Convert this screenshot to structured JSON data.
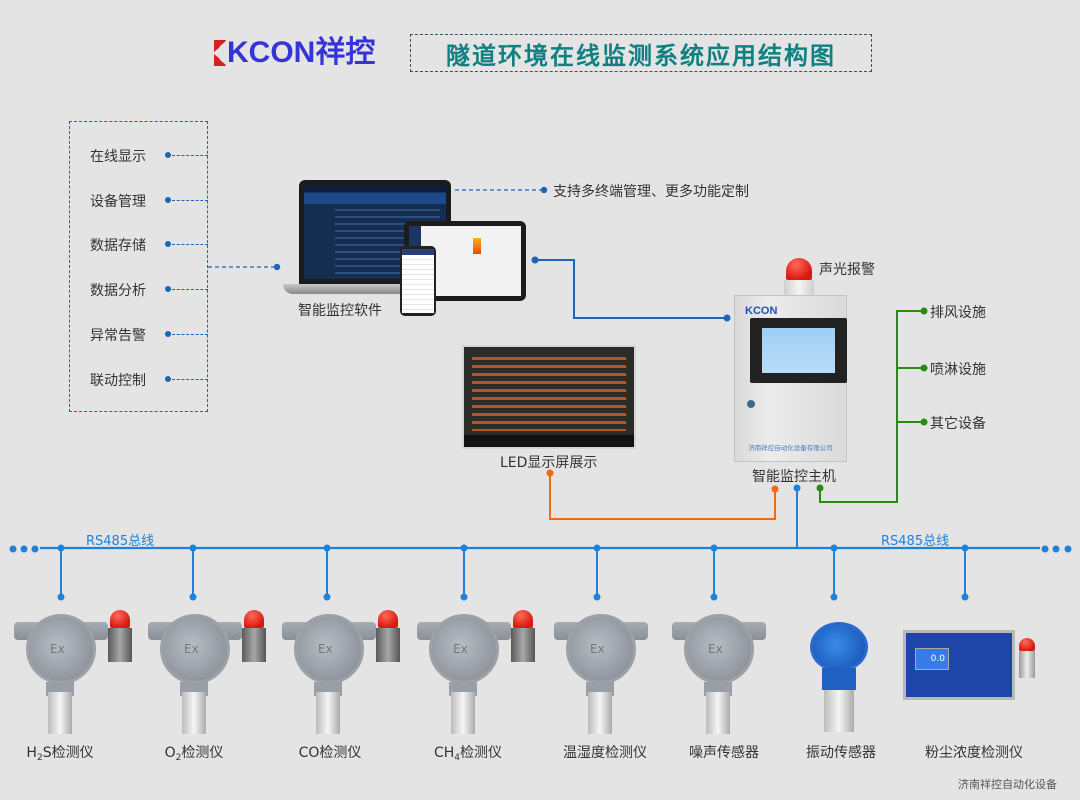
{
  "header": {
    "brand": "KCON祥控",
    "title": "隧道环境在线监测系统应用结构图"
  },
  "functions": [
    {
      "label": "在线显示"
    },
    {
      "label": "设备管理"
    },
    {
      "label": "数据存储"
    },
    {
      "label": "数据分析"
    },
    {
      "label": "异常告警"
    },
    {
      "label": "联动控制"
    }
  ],
  "software": {
    "label": "智能监控软件",
    "note": "支持多终端管理、更多功能定制"
  },
  "led": {
    "label": "LED显示屏展示"
  },
  "host": {
    "label": "智能监控主机",
    "logo": "KCON",
    "company": "济南祥控自动化设备有限公司",
    "alarm_label": "声光报警"
  },
  "outputs": [
    {
      "label": "排风设施"
    },
    {
      "label": "喷淋设施"
    },
    {
      "label": "其它设备"
    }
  ],
  "bus": {
    "label_left": "RS485总线",
    "label_right": "RS485总线"
  },
  "sensors": [
    {
      "name": "H",
      "sub": "2",
      "suffix": "S检测仪"
    },
    {
      "name": "O",
      "sub": "2",
      "suffix": "检测仪"
    },
    {
      "name": "CO检测仪",
      "sub": "",
      "suffix": ""
    },
    {
      "name": "CH",
      "sub": "4",
      "suffix": "检测仪"
    },
    {
      "name": "温湿度检测仪",
      "sub": "",
      "suffix": ""
    },
    {
      "name": "噪声传感器",
      "sub": "",
      "suffix": ""
    },
    {
      "name": "振动传感器",
      "sub": "",
      "suffix": ""
    },
    {
      "name": "粉尘浓度检测仪",
      "sub": "",
      "suffix": ""
    }
  ],
  "dust_display": "0.0",
  "footer": "济南祥控自动化设备",
  "colors": {
    "bus_blue": "#1e82dc",
    "func_blue": "#1e64b4",
    "orange": "#f06a14",
    "green": "#2a8a14",
    "title_teal": "#118080",
    "brand_blue": "#3434d8",
    "brand_red": "#d42222"
  }
}
